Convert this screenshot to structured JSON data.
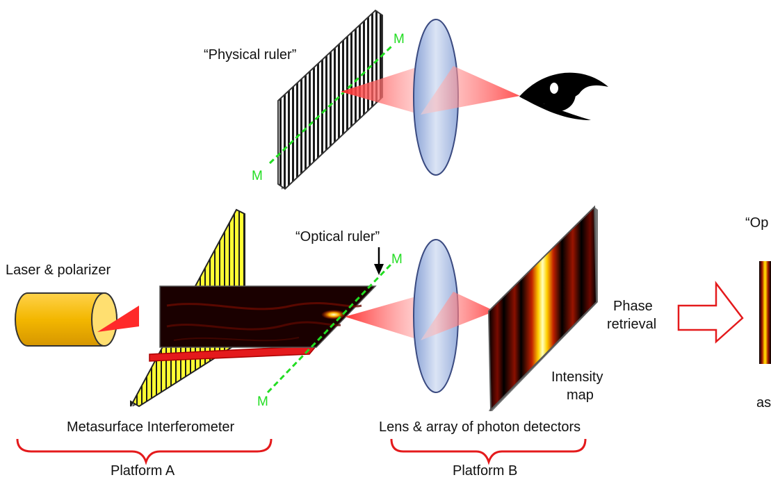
{
  "labels": {
    "physical_ruler": "“Physical ruler”",
    "optical_ruler": "“Optical ruler”",
    "optical_ruler_cut": "“Op",
    "laser": "Laser & polarizer",
    "phase": "Phase",
    "retrieval": "retrieval",
    "intensity": "Intensity",
    "map": "map",
    "metasurface": "Metasurface Interferometer",
    "lens_array": "Lens & array of photon detectors",
    "platform_a": "Platform A",
    "platform_b": "Platform B",
    "as_cut": "as",
    "m": "M"
  },
  "colors": {
    "green_line": "#22dd22",
    "bracket_red": "#e41a1c",
    "laser_yellow": "#f3b700",
    "grating_yellow": "#ffff33",
    "lens_blue": "#b8c8e6",
    "beam_red": "#ff2a2a"
  },
  "icons": [
    "eye-icon",
    "arrow-right-outline-icon",
    "arrow-down-icon"
  ]
}
